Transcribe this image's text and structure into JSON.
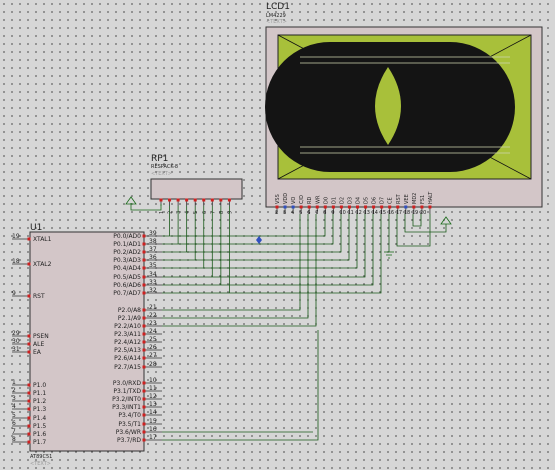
{
  "lcd": {
    "ref": "LCD1",
    "part": "LM4229",
    "text_tag": "<TEXT>",
    "pin_labels": [
      "VSS",
      "VDD",
      "VO",
      "C/D",
      "RD",
      "WR",
      "D0",
      "D1",
      "D2",
      "D3",
      "D4",
      "D5",
      "D6",
      "D7",
      "CE",
      "RST",
      "VEE",
      "MD2",
      "FS1",
      "HALT"
    ],
    "pin_numbers": [
      "2",
      "3",
      "4",
      "5",
      "6",
      "7",
      "8",
      "9",
      "10",
      "11",
      "12",
      "13",
      "14",
      "15",
      "16",
      "17",
      "18",
      "19",
      "20"
    ],
    "screen_bg": "#a8c03a"
  },
  "rp1": {
    "ref": "RP1",
    "part": "RESPACK-8",
    "text_tag": "<TEXT>",
    "pin_numbers": [
      "1",
      "2",
      "3",
      "4",
      "5",
      "6",
      "7",
      "8",
      "9"
    ]
  },
  "u1": {
    "ref": "U1",
    "part": "AT89C51",
    "text_tag": "<TEXT>",
    "left_pins": [
      {
        "num": "19",
        "label": "XTAL1"
      },
      {
        "num": "18",
        "label": "XTAL2"
      },
      {
        "num": "9",
        "label": "RST"
      },
      {
        "num": "29",
        "label": "PSEN"
      },
      {
        "num": "30",
        "label": "ALE"
      },
      {
        "num": "31",
        "label": "EA"
      },
      {
        "num": "1",
        "label": "P1.0"
      },
      {
        "num": "2",
        "label": "P1.1"
      },
      {
        "num": "3",
        "label": "P1.2"
      },
      {
        "num": "4",
        "label": "P1.3"
      },
      {
        "num": "5",
        "label": "P1.4"
      },
      {
        "num": "6",
        "label": "P1.5"
      },
      {
        "num": "7",
        "label": "P1.6"
      },
      {
        "num": "8",
        "label": "P1.7"
      }
    ],
    "right_pins": [
      {
        "num": "39",
        "label": "P0.0/AD0"
      },
      {
        "num": "38",
        "label": "P0.1/AD1"
      },
      {
        "num": "37",
        "label": "P0.2/AD2"
      },
      {
        "num": "36",
        "label": "P0.3/AD3"
      },
      {
        "num": "35",
        "label": "P0.4/AD4"
      },
      {
        "num": "34",
        "label": "P0.5/AD5"
      },
      {
        "num": "33",
        "label": "P0.6/AD6"
      },
      {
        "num": "32",
        "label": "P0.7/AD7"
      },
      {
        "num": "21",
        "label": "P2.0/A8"
      },
      {
        "num": "22",
        "label": "P2.1/A9"
      },
      {
        "num": "23",
        "label": "P2.2/A10"
      },
      {
        "num": "24",
        "label": "P2.3/A11"
      },
      {
        "num": "25",
        "label": "P2.4/A12"
      },
      {
        "num": "26",
        "label": "P2.5/A13"
      },
      {
        "num": "27",
        "label": "P2.6/A14"
      },
      {
        "num": "28",
        "label": "P2.7/A15"
      },
      {
        "num": "10",
        "label": "P3.0/RXD"
      },
      {
        "num": "11",
        "label": "P3.1/TXD"
      },
      {
        "num": "12",
        "label": "P3.2/INT0"
      },
      {
        "num": "13",
        "label": "P3.3/INT1"
      },
      {
        "num": "14",
        "label": "P3.4/T0"
      },
      {
        "num": "15",
        "label": "P3.5/T1"
      },
      {
        "num": "16",
        "label": "P3.6/WR"
      },
      {
        "num": "17",
        "label": "P3.7/RD"
      }
    ]
  }
}
